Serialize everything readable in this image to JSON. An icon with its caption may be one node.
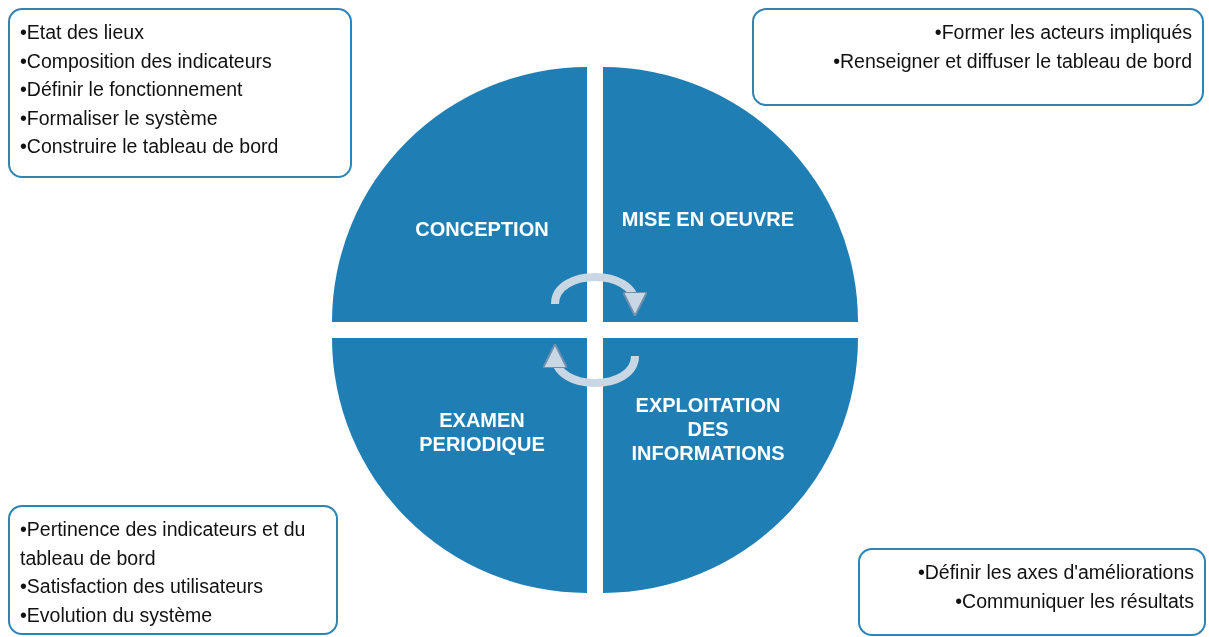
{
  "diagram": {
    "nodes": [
      {
        "text": [
          "•Etat des lieux",
          "•Composition des indicateurs",
          "•Définir le fonctionnement",
          "•Formaliser le système",
          "•Construire le tableau de bord"
        ]
      },
      {
        "text": [
          "•Former les acteurs impliqués",
          "•Renseigner et diffuser le tableau de bord"
        ]
      },
      {
        "text": [
          "CONCEPTION"
        ]
      },
      {
        "text": [
          "MISE EN OEUVRE"
        ]
      },
      {
        "text": [
          "EXAMEN PERIODIQUE"
        ]
      },
      {
        "text": [
          "EXPLOITATION DES INFORMATIONS"
        ]
      },
      {
        "text": [
          "•Pertinence des indicateurs et du tableau de bord",
          "•Satisfaction des utilisateurs",
          "•Evolution du système"
        ]
      },
      {
        "text": [
          "•Définir les axes d'améliorations",
          "•Communiquer les résultats"
        ]
      }
    ],
    "edges": [
      {
        "from": 2,
        "to": 3,
        "arrow": "to"
      },
      {
        "from": 5,
        "to": 4,
        "arrow": "to"
      }
    ]
  }
}
